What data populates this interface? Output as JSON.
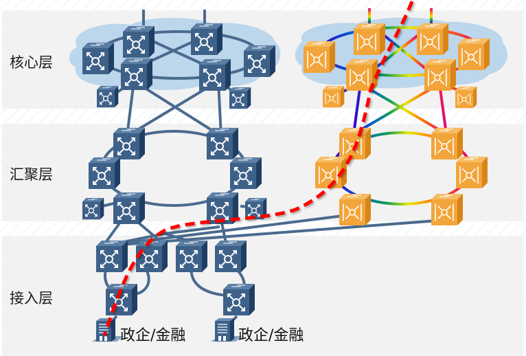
{
  "layers": [
    {
      "id": "core",
      "label": "核心层"
    },
    {
      "id": "aggregation",
      "label": "汇聚层"
    },
    {
      "id": "access",
      "label": "接入层"
    }
  ],
  "sites": [
    {
      "label": "政企/金融",
      "icon": "office-building-icon"
    },
    {
      "label": "政企/金融",
      "icon": "office-building-icon"
    }
  ],
  "legend_colors": {
    "band_background": "#f2f2f2",
    "cloud": "#bcd6ec",
    "traditional_switch": "#3d5f84",
    "traditional_link": "#4a6a8e",
    "new_switch": "#f0a030",
    "path_highlight": "#ff0000"
  },
  "networks": {
    "left": {
      "style": "traditional",
      "device_icon": "network-switch-icon"
    },
    "right": {
      "style": "rainbow-links",
      "device_icon": "network-switch-icon"
    }
  }
}
